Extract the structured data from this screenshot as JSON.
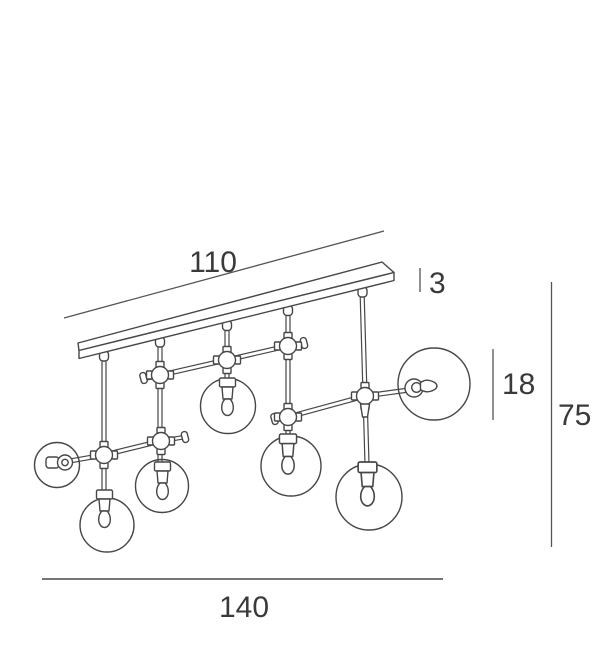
{
  "drawing": {
    "kind": "dimensioned technical line drawing",
    "subject": "linear suspension chandelier: ceiling bar, hanging tube rods with ball joints, horizontal connector tubes and 7 clear glass globes with bulbs",
    "globe_count": 7
  },
  "dimensions": {
    "canopy_length": "110",
    "canopy_thickness": "3",
    "globe_height": "18",
    "overall_height": "75",
    "overall_length": "140"
  },
  "colors": {
    "background": "#ffffff",
    "line": "#474747",
    "dimension_line": "#555555",
    "text": "#3a3a3a"
  }
}
